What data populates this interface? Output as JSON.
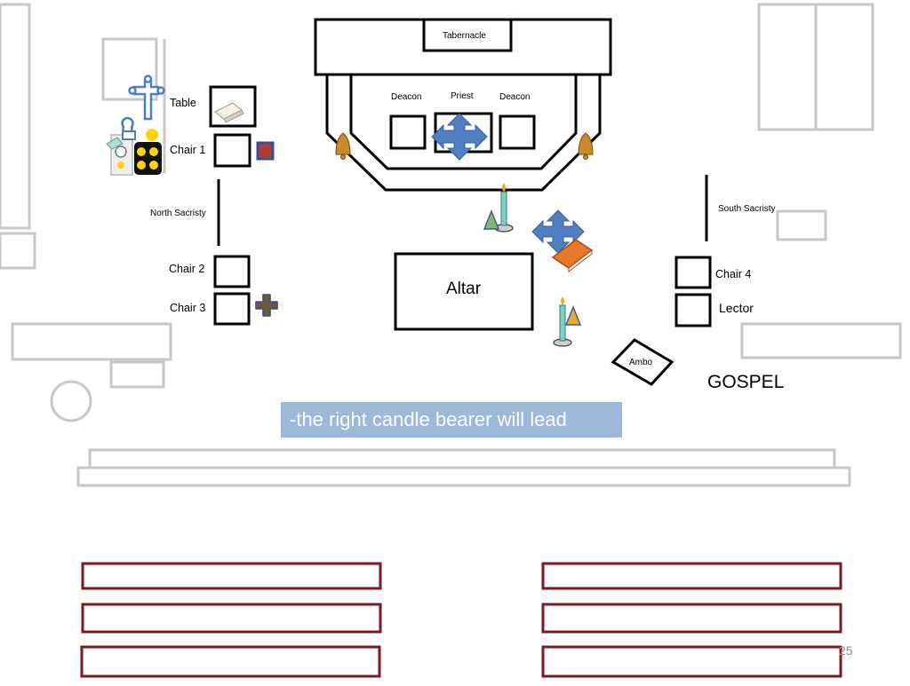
{
  "labels": {
    "tabernacle": "Tabernacle",
    "deacon_left": "Deacon",
    "priest": "Priest",
    "deacon_right": "Deacon",
    "table": "Table",
    "chair1": "Chair 1",
    "north_sacristy": "North Sacristy",
    "chair2": "Chair 2",
    "chair3": "Chair 3",
    "altar": "Altar",
    "south_sacristy": "South Sacristy",
    "chair4": "Chair 4",
    "lector": "Lector",
    "ambo": "Ambo",
    "gospel": "GOSPEL"
  },
  "caption": "-the right candle bearer will lead",
  "page_number": "25",
  "colors": {
    "caption_bg": "#9cb8db",
    "pew_outline": "#7b1a24",
    "furniture_gray": "#c8c8c8",
    "cross_blue": "#4f7fc0",
    "book_orange": "#e8782a"
  },
  "icons": [
    "processional-cross-icon",
    "book-icon",
    "bell-icon",
    "candle-icon",
    "cross-marker-icon",
    "thurible-icon",
    "incense-boat-icon"
  ]
}
